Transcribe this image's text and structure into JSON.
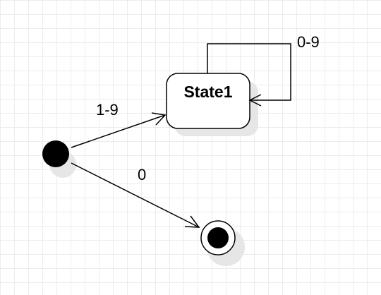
{
  "diagram": {
    "type": "uml-state-machine",
    "states": [
      {
        "id": "state1",
        "label": "State1"
      }
    ],
    "initial_node": {
      "id": "initial"
    },
    "final_node": {
      "id": "final"
    },
    "transitions": [
      {
        "from": "initial",
        "to": "state1",
        "label": "1-9"
      },
      {
        "from": "initial",
        "to": "final",
        "label": "0"
      },
      {
        "from": "state1",
        "to": "state1",
        "label": "0-9"
      }
    ]
  },
  "colors": {
    "stroke": "#000000",
    "fill_state": "#ffffff",
    "shadow": "#e6e6e6",
    "grid": "#ececec",
    "background": "#ffffff"
  }
}
